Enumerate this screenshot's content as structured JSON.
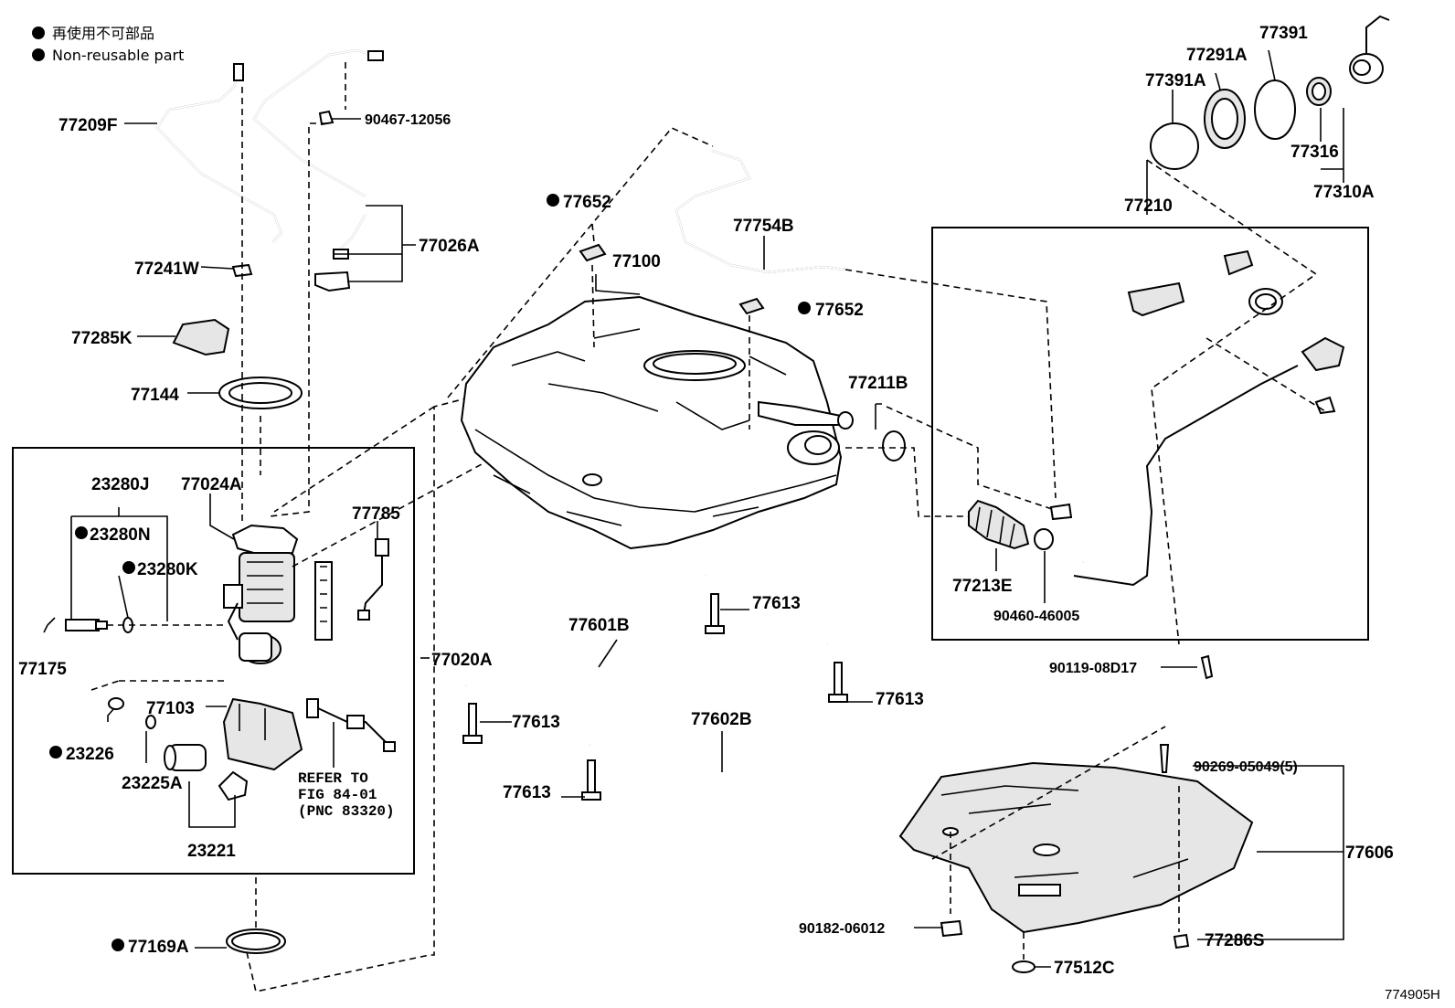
{
  "legend": {
    "line_jp": "再使用不可部品",
    "line_en": "Non-reusable part"
  },
  "diagram_code": "774905H",
  "refer": {
    "line1": "REFER TO",
    "line2": "FIG 84-01",
    "line3": "(PNC 83320)"
  },
  "labels": {
    "p77209F": "77209F",
    "p90467": "90467-12056",
    "p77026A": "77026A",
    "p77241W": "77241W",
    "p77285K": "77285K",
    "p77144": "77144",
    "p23280J": "23280J",
    "p77024A": "77024A",
    "p23280N": "23280N",
    "p23280K": "23280K",
    "p77785": "77785",
    "p77175": "77175",
    "p77020A": "77020A",
    "p77103": "77103",
    "p23226": "23226",
    "p23225A": "23225A",
    "p23221": "23221",
    "p77169A": "77169A",
    "p77652a": "77652",
    "p77100": "77100",
    "p77754B": "77754B",
    "p77652b": "77652",
    "p77211B": "77211B",
    "p77601B": "77601B",
    "p77613a": "77613",
    "p77613b": "77613",
    "p77613c": "77613",
    "p77613d": "77613",
    "p77602B": "77602B",
    "p77391": "77391",
    "p77291A": "77291A",
    "p77391A": "77391A",
    "p77316": "77316",
    "p77310A": "77310A",
    "p77210": "77210",
    "p77213E": "77213E",
    "p90460": "90460-46005",
    "p90119": "90119-08D17",
    "p90269": "90269-05049(5)",
    "p77606": "77606",
    "p90182": "90182-06012",
    "p77286S": "77286S",
    "p77512C": "77512C"
  }
}
